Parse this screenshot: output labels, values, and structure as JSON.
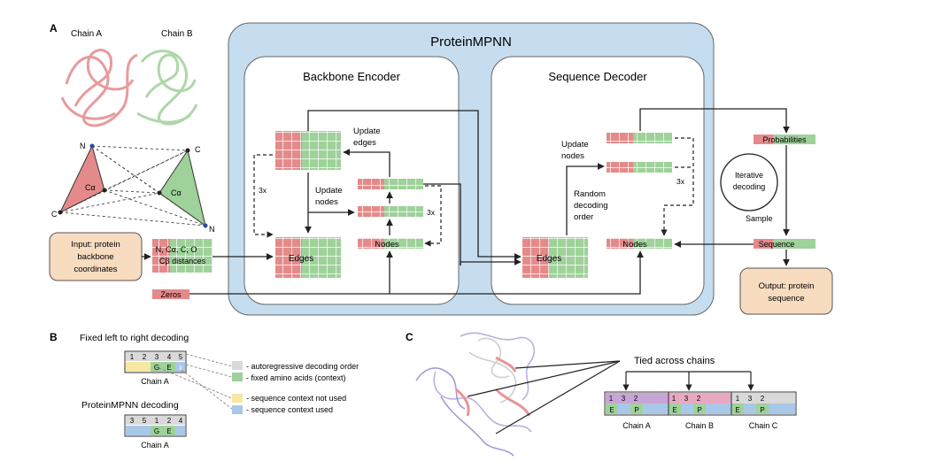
{
  "panel_a": {
    "letter": "A",
    "chain_a": "Chain A",
    "chain_b": "Chain B",
    "atom_n": "N",
    "atom_c": "C",
    "atom_ca": "Cα",
    "input_box": [
      "Input: protein",
      "backbone",
      "coordinates"
    ],
    "distances": [
      "N, Cα, C, O",
      "Cβ distances"
    ],
    "zeros": "Zeros",
    "proteinmpnn_title": "ProteinMPNN",
    "encoder_title": "Backbone Encoder",
    "decoder_title": "Sequence Decoder",
    "edges": "Edges",
    "nodes": "Nodes",
    "update_edges": [
      "Update",
      "edges"
    ],
    "update_nodes": [
      "Update",
      "nodes"
    ],
    "repeat": "3x",
    "random_order": [
      "Random",
      "decoding",
      "order"
    ],
    "probabilities": "Probabilities",
    "iterative": [
      "Iterative",
      "decoding"
    ],
    "sample": "Sample",
    "sequence": "Sequence",
    "output_box": [
      "Output: protein",
      "sequence"
    ]
  },
  "panel_b": {
    "letter": "B",
    "fixed_title": "Fixed left to right decoding",
    "fixed_order": [
      "1",
      "2",
      "3",
      "4",
      "5"
    ],
    "fixed_aa": [
      "",
      "",
      "G",
      "E",
      "x"
    ],
    "mpnn_title": "ProteinMPNN decoding",
    "mpnn_order": [
      "3",
      "5",
      "1",
      "2",
      "4"
    ],
    "mpnn_aa": [
      "",
      "",
      "G",
      "E",
      ""
    ],
    "chain_label": "Chain A",
    "legend": [
      "- autoregressive decoding order",
      "- fixed amino acids (context)",
      "- sequence context not used",
      "- sequence context used"
    ]
  },
  "panel_c": {
    "letter": "C",
    "tied": "Tied across chains",
    "chains": [
      "Chain A",
      "Chain B",
      "Chain C"
    ],
    "order": [
      "1",
      "3",
      "2"
    ],
    "aa": [
      "E",
      "P"
    ]
  },
  "colors": {
    "red": "#e58a8a",
    "green": "#9fd19a",
    "blue": "#c6ddef",
    "peach": "#f8dcc0",
    "grey": "#d9d9d9",
    "yellow": "#f6e7a3",
    "lightblue": "#a9c8e8",
    "purple": "#c7a6d6"
  }
}
